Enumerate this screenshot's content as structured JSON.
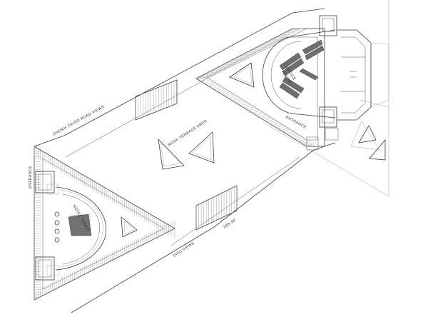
{
  "labels": {
    "sheikh_zayed_road_views": "SHEIKH ZAYED ROAD VIEWS",
    "roof_terrace_area": "ROOF TERRACE AREA",
    "office_tower": [
      "OFFICE",
      "TOWER"
    ],
    "entrance_office": "ENTRANCE",
    "entrance_hotel": "ENTRANCE",
    "hotel_tower": "HOTEL TOWER",
    "difc_views": "DIFC VIEWS",
    "level": "18th AF"
  },
  "colors": {
    "line": "#3a3a3a",
    "hatch": "#9a9a9a",
    "text": "#333333"
  }
}
